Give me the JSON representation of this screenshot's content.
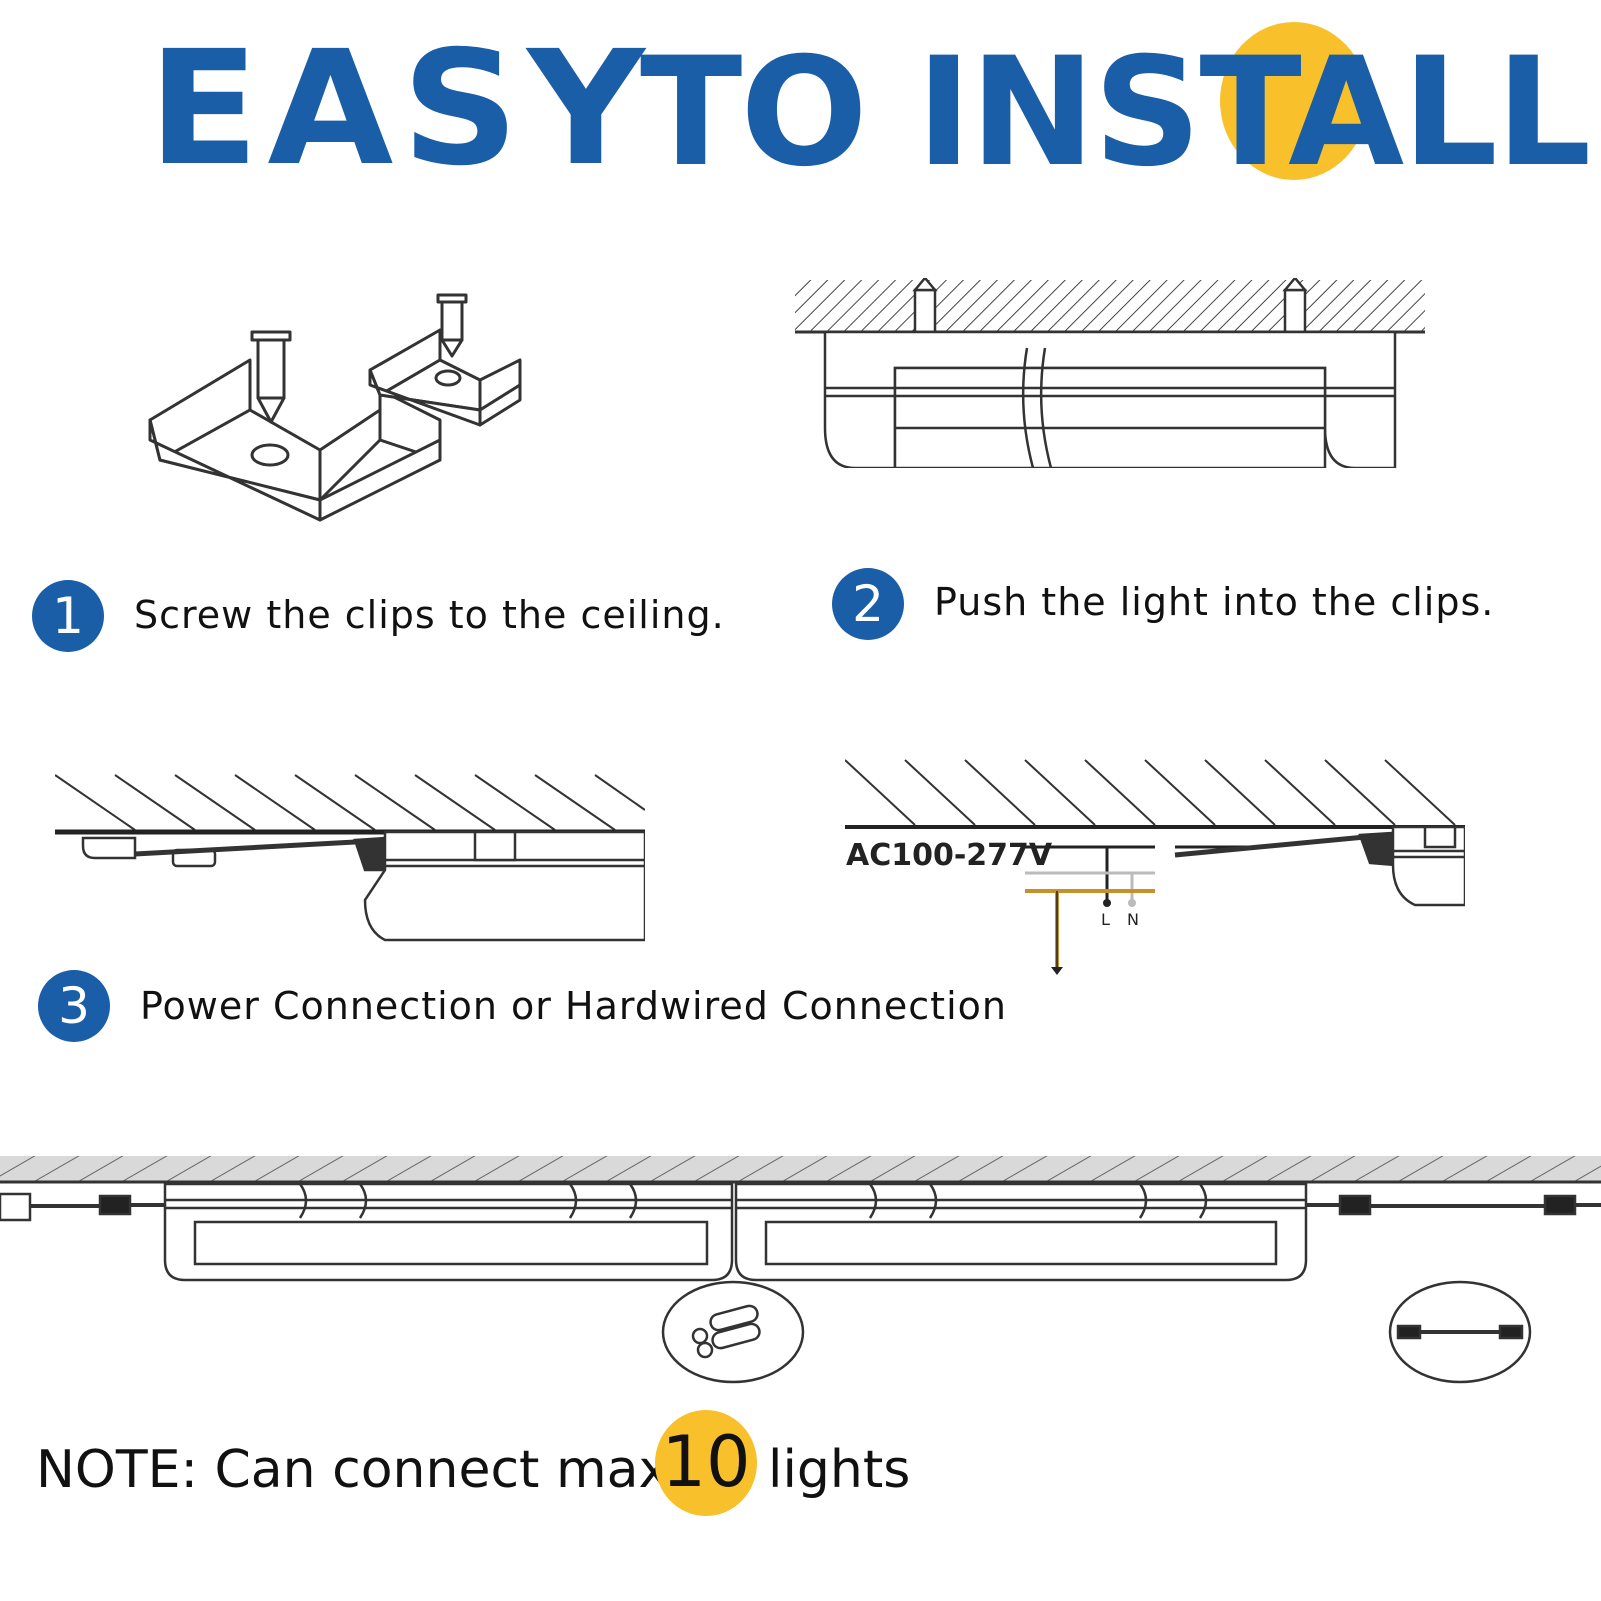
{
  "title": {
    "easy": "EASY",
    "rest": "TO INSTALL",
    "accent_color": "#f8c12b",
    "brand_color": "#1a5ea8"
  },
  "steps": [
    {
      "number": "1",
      "text": "Screw the clips to the ceiling."
    },
    {
      "number": "2",
      "text": "Push the light into the clips."
    },
    {
      "number": "3",
      "text": "Power Connection or Hardwired Connection"
    }
  ],
  "wiring": {
    "voltage": "AC100-277V",
    "live": "L",
    "neutral": "N"
  },
  "note": {
    "prefix": "NOTE: Can connect max",
    "count": "10",
    "suffix": "lights"
  }
}
